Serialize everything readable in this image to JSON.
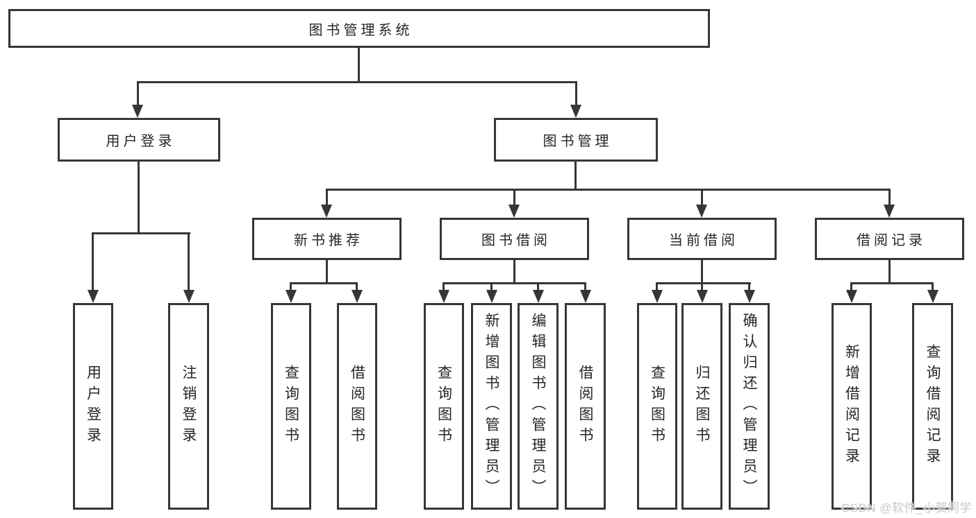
{
  "diagram": {
    "root": "图书管理系统",
    "user_login": {
      "label": "用户登录",
      "children": [
        "用户登录",
        "注销登录"
      ]
    },
    "book_mgmt": {
      "label": "图书管理",
      "groups": {
        "new_book": {
          "label": "新书推荐",
          "children": [
            "查询图书",
            "借阅图书"
          ]
        },
        "book_borrow": {
          "label": "图书借阅",
          "children": [
            "查询图书",
            "新增图书（管理员）",
            "编辑图书（管理员）",
            "借阅图书"
          ]
        },
        "current_borrow": {
          "label": "当前借阅",
          "children": [
            "查询图书",
            "归还图书",
            "确认归还（管理员）"
          ]
        },
        "borrow_records": {
          "label": "借阅记录",
          "children": [
            "新增借阅记录",
            "查询借阅记录"
          ]
        }
      }
    }
  },
  "watermark": "CSDN @软件_小贺同学",
  "colors": {
    "line": "#363636",
    "text": "#262626",
    "background": "#ffffff",
    "watermark": "#c6c6c4"
  }
}
